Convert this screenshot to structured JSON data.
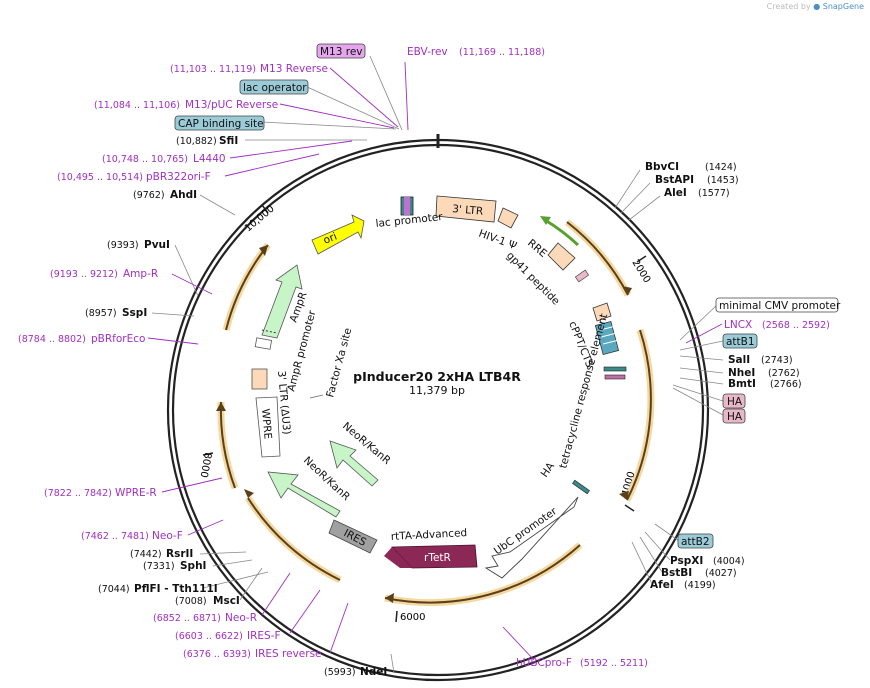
{
  "credit": {
    "prefix": "Created by",
    "brand": "SnapGene"
  },
  "plasmid": {
    "name": "pInducer20 2xHA LTB4R",
    "size": "11,379 bp"
  },
  "ticks": [
    "2000",
    "4000",
    "6000",
    "8000",
    "10,000"
  ],
  "sites": [
    {
      "label": "BbvCI",
      "pos": "(1424)"
    },
    {
      "label": "BstAPI",
      "pos": "(1453)"
    },
    {
      "label": "AleI",
      "pos": "(1577)"
    },
    {
      "label": "SalI",
      "pos": "(2743)"
    },
    {
      "label": "NheI",
      "pos": "(2762)"
    },
    {
      "label": "BmtI",
      "pos": "(2766)"
    },
    {
      "label": "PspXI",
      "pos": "(4004)"
    },
    {
      "label": "BstBI",
      "pos": "(4027)"
    },
    {
      "label": "AfeI",
      "pos": "(4199)"
    },
    {
      "label": "NdeI",
      "pos": "(5993)"
    },
    {
      "label": "MscI",
      "pos": "(7008)"
    },
    {
      "label": "PflFI - Tth111I",
      "pos": "(7044)"
    },
    {
      "label": "SphI",
      "pos": "(7331)"
    },
    {
      "label": "RsrII",
      "pos": "(7442)"
    },
    {
      "label": "SspI",
      "pos": "(8957)"
    },
    {
      "label": "PvuI",
      "pos": "(9393)"
    },
    {
      "label": "AhdI",
      "pos": "(9762)"
    },
    {
      "label": "SfiI",
      "pos": "(10,882)"
    }
  ],
  "primers": [
    {
      "label": "EBV-rev",
      "pos": "(11,169 .. 11,188)"
    },
    {
      "label": "M13 Reverse",
      "pos": "(11,103 .. 11,119)"
    },
    {
      "label": "M13/pUC Reverse",
      "pos": "(11,084 .. 11,106)"
    },
    {
      "label": "L4440",
      "pos": "(10,748 .. 10,765)"
    },
    {
      "label": "pBR322ori-F",
      "pos": "(10,495 .. 10,514)"
    },
    {
      "label": "Amp-R",
      "pos": "(9193 .. 9212)"
    },
    {
      "label": "pBRforEco",
      "pos": "(8784 .. 8802)"
    },
    {
      "label": "WPRE-R",
      "pos": "(7822 .. 7842)"
    },
    {
      "label": "Neo-F",
      "pos": "(7462 .. 7481)"
    },
    {
      "label": "Neo-R",
      "pos": "(6852 .. 6871)"
    },
    {
      "label": "IRES-F",
      "pos": "(6603 .. 6622)"
    },
    {
      "label": "IRES reverse",
      "pos": "(6376 .. 6393)"
    },
    {
      "label": "hUBCpro-F",
      "pos": "(5192 .. 5211)"
    },
    {
      "label": "LNCX",
      "pos": "(2568 .. 2592)"
    }
  ],
  "boxes": [
    {
      "label": "M13 rev",
      "color": "#e6a6ee"
    },
    {
      "label": "lac operator",
      "color": "#9ccbd8"
    },
    {
      "label": "CAP binding site",
      "color": "#9ccbd8"
    },
    {
      "label": "minimal CMV promoter",
      "color": "#ffffff"
    },
    {
      "label": "attB1",
      "color": "#9ccbd8"
    },
    {
      "label": "HA",
      "color": "#e8b8c8"
    },
    {
      "label": "HA",
      "color": "#e8b8c8"
    },
    {
      "label": "attB2",
      "color": "#9ccbd8"
    }
  ],
  "features": [
    "lac promoter",
    "3' LTR",
    "HIV-1 Ψ",
    "RRE",
    "gp41 peptide",
    "cPPT/CTS",
    "tetracycline response element",
    "HA",
    "UbC promoter",
    "rtTA-Advanced",
    "rTetR",
    "IRES",
    "NeoR/KanR",
    "NeoR/KanR",
    "WPRE",
    "3' LTR (ΔU3)",
    "AmpR promoter",
    "AmpR",
    "ori",
    "Factor Xa site"
  ],
  "colors": {
    "backbone": "#222222",
    "primer": "#a030c0",
    "orf_arrow": "#e8a838",
    "ori": "#ffff00",
    "ampr": "#c8f5c8",
    "ltr": "#fcd9b8",
    "rtetr": "#8c2856",
    "ires": "#a0a0a0"
  }
}
